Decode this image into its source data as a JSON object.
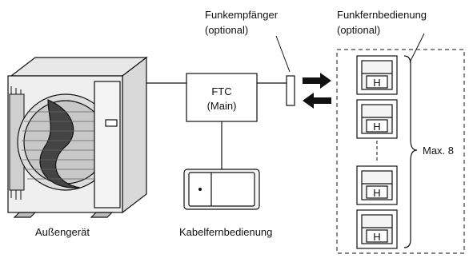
{
  "labels": {
    "receiver": [
      "Funkempfänger",
      "(optional)"
    ],
    "remote": [
      "Funkfernbedienung",
      "(optional)"
    ],
    "ftc": [
      "FTC",
      "(Main)"
    ],
    "outdoor": "Außengerät",
    "wired": "Kabelfernbedienung",
    "max": "Max. 8",
    "remote_screen_letter": "H"
  },
  "colors": {
    "line": "#111111",
    "fill_light": "#f4f4f4",
    "fill_mid": "#d9d9d9"
  }
}
